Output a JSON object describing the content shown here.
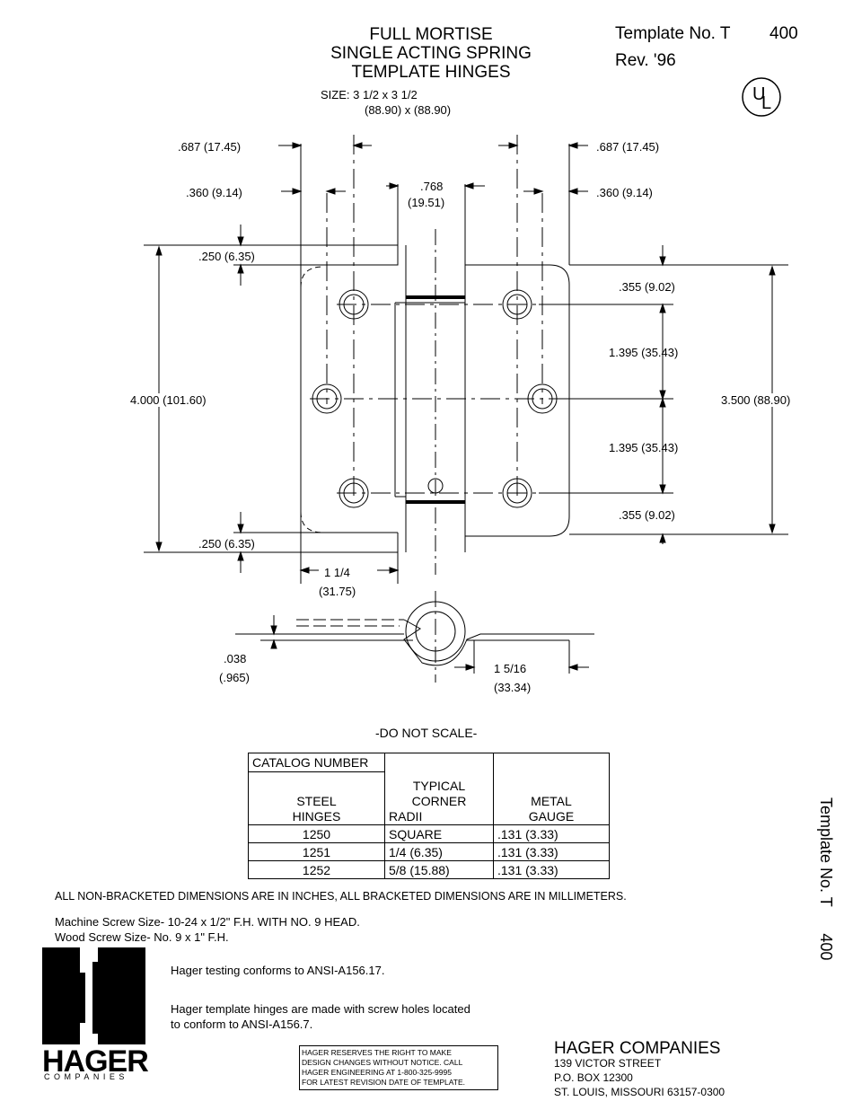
{
  "header": {
    "title_line1": "FULL MORTISE",
    "title_line2": "SINGLE ACTING SPRING",
    "title_line3": "TEMPLATE HINGES",
    "template_label": "Template No. T",
    "template_number": "400",
    "revision": "Rev.  '96",
    "size_line1": "SIZE:  3 1/2 x 3 1/2",
    "size_line2": "(88.90) x (88.90)",
    "ul_mark": "UL"
  },
  "dimensions": {
    "d687_left": ".687 (17.45)",
    "d687_right": ".687 (17.45)",
    "d360_left": ".360 (9.14)",
    "d360_right": ".360 (9.14)",
    "d768": ".768",
    "d768_mm": "(19.51)",
    "d250_top": ".250 (6.35)",
    "d250_bottom": ".250 (6.35)",
    "d355_top": ".355 (9.02)",
    "d355_bottom": ".355 (9.02)",
    "d1395_top": "1.395 (35.43)",
    "d1395_bottom": "1.395 (35.43)",
    "d4000": "4.000 (101.60)",
    "d3500": "3.500 (88.90)",
    "d114": "1 1/4",
    "d114_mm": "(31.75)",
    "d038": ".038",
    "d038_mm": "(.965)",
    "d1516": "1 5/16",
    "d1516_mm": "(33.34)"
  },
  "do_not_scale": "-DO NOT SCALE-",
  "catalog_table": {
    "header_catalog": "CATALOG NUMBER",
    "header_steel": "STEEL",
    "header_hinges": "HINGES",
    "header_typical": "TYPICAL",
    "header_corner": "CORNER",
    "header_radii": "RADII",
    "header_metal": "METAL",
    "header_gauge": "GAUGE",
    "rows": [
      {
        "number": "1250",
        "radii": "SQUARE",
        "gauge": ".131 (3.33)"
      },
      {
        "number": "1251",
        "radii": "1/4 (6.35)",
        "gauge": ".131 (3.33)"
      },
      {
        "number": "1252",
        "radii": "5/8 (15.88)",
        "gauge": ".131 (3.33)"
      }
    ]
  },
  "notes": {
    "units": "ALL NON-BRACKETED DIMENSIONS ARE IN INCHES, ALL BRACKETED DIMENSIONS ARE IN MILLIMETERS.",
    "machine_screw": "Machine Screw Size- 10-24 x 1/2\" F.H. WITH NO. 9 HEAD.",
    "wood_screw": "Wood Screw Size- No. 9 x 1\" F.H.",
    "testing": "Hager testing conforms to ANSI-A156.17.",
    "screw_holes_1": "Hager template hinges are made with screw holes located",
    "screw_holes_2": "to conform to ANSI-A156.7."
  },
  "brand": {
    "name": "HAGER",
    "sub": "COMPANIES"
  },
  "disclaimer": {
    "line1": "HAGER RESERVES THE RIGHT TO MAKE",
    "line2": "DESIGN CHANGES WITHOUT NOTICE.  CALL",
    "line3": "HAGER ENGINEERING AT 1-800-325-9995",
    "line4": "FOR LATEST REVISION DATE OF TEMPLATE."
  },
  "address": {
    "company": "HAGER COMPANIES",
    "street": "139 VICTOR STREET",
    "pobox": "P.O. BOX 12300",
    "city": "ST. LOUIS, MISSOURI 63157-0300"
  },
  "side_label": "Template No. T      400"
}
